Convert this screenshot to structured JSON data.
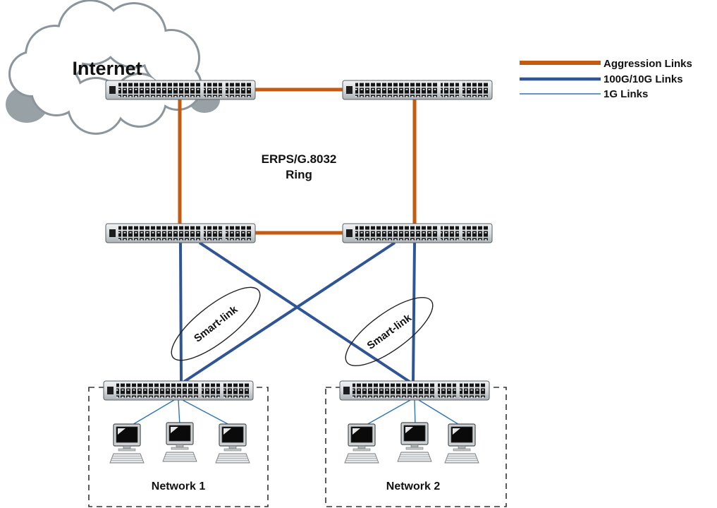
{
  "labels": {
    "internet": "Internet",
    "ring_line1": "ERPS/G.8032",
    "ring_line2": "Ring",
    "smart_link_left": "Smart-link",
    "smart_link_right": "Smart-link",
    "network1": "Network 1",
    "network2": "Network 2"
  },
  "legend": {
    "items": [
      {
        "label": "Aggression Links",
        "type": "aggression"
      },
      {
        "label": "100G/10G Links",
        "type": "100g-10g"
      },
      {
        "label": "1G Links",
        "type": "1g"
      }
    ]
  },
  "colors": {
    "aggression_links": "#C55A11",
    "high_speed_links": "#2F5597",
    "one_g_links": "#2E75B6",
    "cloud_outline": "#8B959B",
    "cloud_shadow": "#97A1A6"
  },
  "topology": {
    "ring_switches": 4,
    "access_switches": 2,
    "pcs_per_network": 3,
    "networks": [
      "Network 1",
      "Network 2"
    ]
  }
}
